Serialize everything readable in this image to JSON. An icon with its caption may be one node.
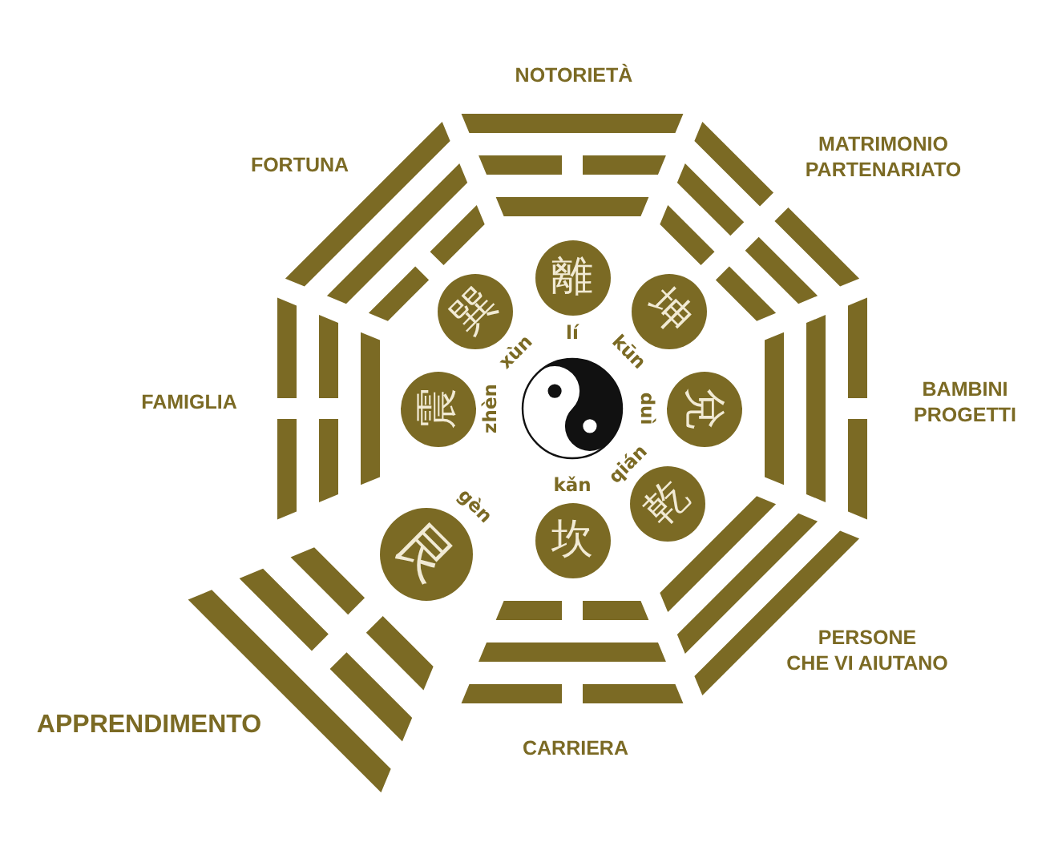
{
  "diagram": {
    "nodes": [
      {
        "text": [
          "離"
        ],
        "beside": [
          "lí"
        ]
      },
      {
        "text": [
          "巽"
        ],
        "beside": [
          "xùn"
        ]
      },
      {
        "text": [
          "坤"
        ],
        "beside": [
          "kūn"
        ]
      },
      {
        "text": [
          "震"
        ],
        "beside": [
          "zhèn"
        ]
      },
      {
        "text": [
          "兌"
        ],
        "beside": [
          "duì"
        ]
      },
      {
        "text": [
          "艮"
        ],
        "beside": [
          "gèn"
        ]
      },
      {
        "text": [
          "坎"
        ],
        "beside": [
          "kǎn"
        ]
      },
      {
        "text": [
          "乾"
        ],
        "beside": [
          "qián"
        ]
      }
    ],
    "labels": [
      "NOTORIETÀ",
      "FORTUNA",
      "MATRIMONIO PARTENARIATO",
      "BAMBINI PROGETTI",
      "FAMIGLIA",
      "PERSONE CHE VI AIUTANO",
      "APPRENDIMENTO",
      "CARRIERA"
    ]
  }
}
